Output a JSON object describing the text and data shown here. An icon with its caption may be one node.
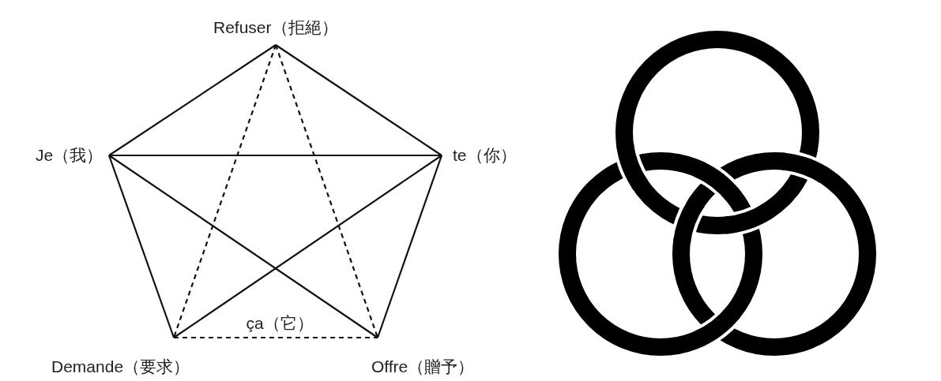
{
  "diagram": {
    "nodes": [
      {
        "text": [
          "Refuser（拒絕）"
        ]
      },
      {
        "text": [
          "Je（我）"
        ]
      },
      {
        "text": [
          "te（你）"
        ]
      },
      {
        "text": [
          "Demande（要求）"
        ]
      },
      {
        "text": [
          "Offre（贈予）"
        ]
      }
    ],
    "edges": [
      {
        "from": 0,
        "to": 1,
        "arrow": "none"
      },
      {
        "from": 0,
        "to": 2,
        "arrow": "none"
      },
      {
        "from": 1,
        "to": 2,
        "arrow": "none"
      },
      {
        "from": 1,
        "to": 3,
        "arrow": "none"
      },
      {
        "from": 2,
        "to": 4,
        "arrow": "none"
      },
      {
        "from": 1,
        "to": 4,
        "arrow": "none"
      },
      {
        "from": 2,
        "to": 3,
        "arrow": "none"
      },
      {
        "from": 0,
        "to": 3,
        "arrow": "none",
        "style": "dashed"
      },
      {
        "from": 0,
        "to": 4,
        "arrow": "none",
        "style": "dashed"
      },
      {
        "from": 3,
        "to": 4,
        "arrow": "none",
        "style": "dashed",
        "label": "ça（它）"
      }
    ]
  }
}
